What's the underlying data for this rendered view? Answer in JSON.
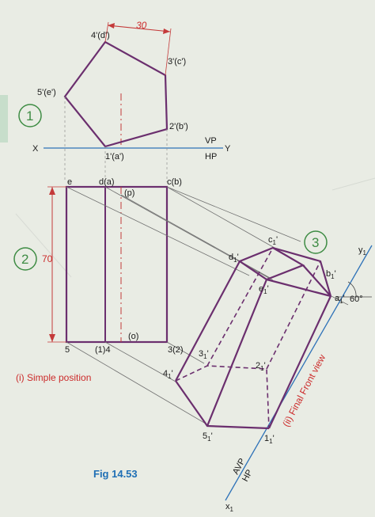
{
  "figure": {
    "caption": "Fig 14.53",
    "steps": {
      "step1": "1",
      "step2": "2",
      "step3": "3"
    },
    "notes": {
      "simple_position": "(i) Simple position",
      "final_front_view": "(ii) Final Front view"
    }
  },
  "top_view": {
    "labels": {
      "p1": "1'(a')",
      "p2": "2'(b')",
      "p3": "3'(c')",
      "p4": "4'(d')",
      "p5": "5'(e')"
    },
    "dimension": "30",
    "axis": {
      "x": "X",
      "y": "Y",
      "vp": "VP",
      "hp": "HP"
    }
  },
  "front_view": {
    "labels": {
      "e": "e",
      "da": "d(a)",
      "cb": "c(b)",
      "p": "(p)",
      "o": "(o)",
      "b5": "5",
      "b14": "(1)4",
      "b32": "3(2)"
    },
    "height": "70"
  },
  "final_view": {
    "axis": {
      "x1": "x",
      "y1": "y",
      "sub1": "1",
      "avp": "AVP",
      "hp": "HP",
      "angle": "60°"
    },
    "labels": {
      "c1": "c",
      "d1": "d",
      "b1": "b",
      "e1": "e",
      "a1": "a",
      "p3": "3",
      "p4": "4",
      "p2": "2",
      "p5": "5",
      "p1": "1"
    }
  },
  "colors": {
    "object": "#6b2f6e",
    "axis": "#2e72b8",
    "dimension": "#c43a3a",
    "construction": "#707070"
  }
}
